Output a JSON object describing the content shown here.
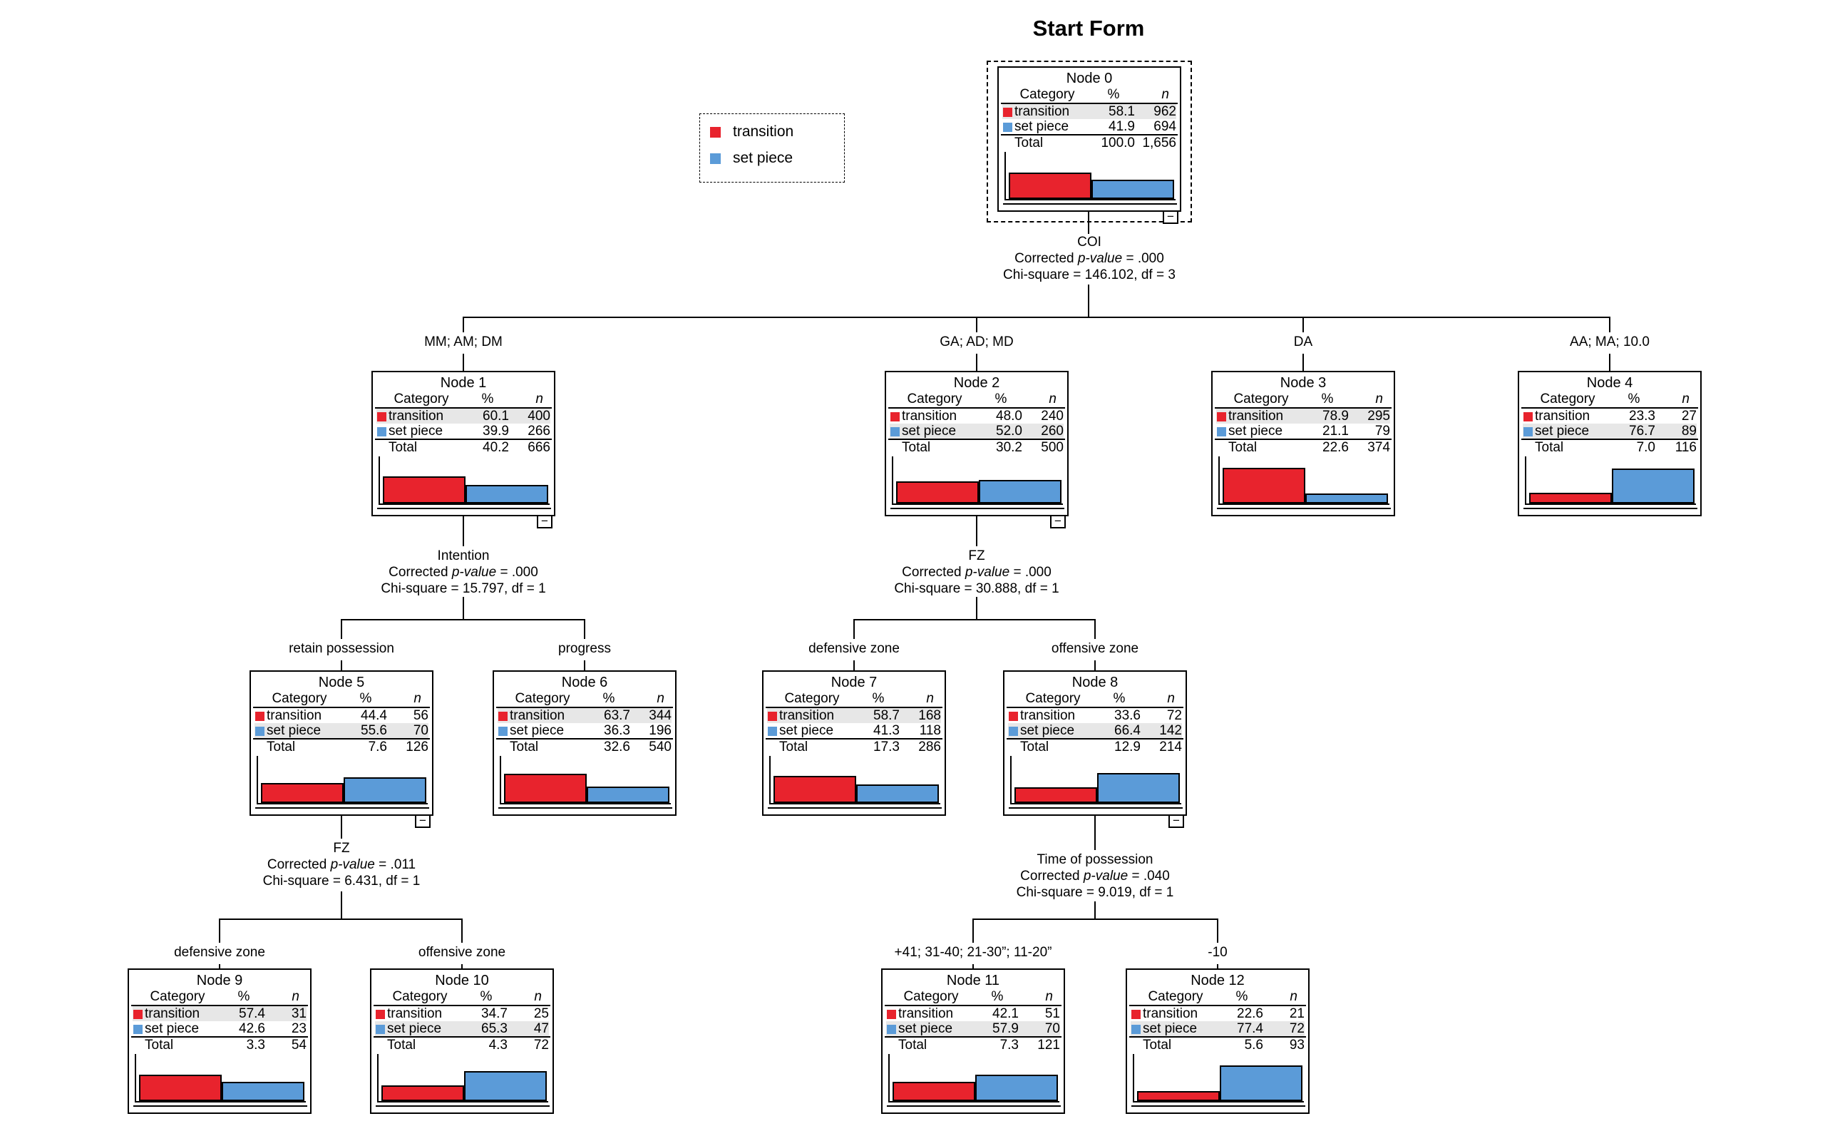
{
  "title": "Start Form",
  "legend": {
    "items": [
      {
        "label": "transition",
        "color": "#e8232d"
      },
      {
        "label": "set piece",
        "color": "#5b9bd8"
      }
    ]
  },
  "table_headers": {
    "category": "Category",
    "percent": "%",
    "n": "n"
  },
  "total_label": "Total",
  "controls": {
    "collapse_glyph": "−"
  },
  "colors": {
    "highlight_row": "#e7e7e7",
    "line": "#000000"
  },
  "splits": [
    {
      "parent": 0,
      "variable": "COI",
      "corrected_label": "Corrected",
      "pvalue_label": "p-value",
      "pvalue_eq": "= .000",
      "chi_square": "Chi-square = 146.102, df = 3",
      "children": [
        1,
        2,
        3,
        4
      ]
    },
    {
      "parent": 1,
      "variable": "Intention",
      "corrected_label": "Corrected",
      "pvalue_label": "p-value",
      "pvalue_eq": "= .000",
      "chi_square": "Chi-square = 15.797, df = 1",
      "children": [
        5,
        6
      ]
    },
    {
      "parent": 2,
      "variable": "FZ",
      "corrected_label": "Corrected",
      "pvalue_label": "p-value",
      "pvalue_eq": "= .000",
      "chi_square": "Chi-square = 30.888, df = 1",
      "children": [
        7,
        8
      ]
    },
    {
      "parent": 5,
      "variable": "FZ",
      "corrected_label": "Corrected",
      "pvalue_label": "p-value",
      "pvalue_eq": "= .011",
      "chi_square": "Chi-square = 6.431, df = 1",
      "children": [
        9,
        10
      ]
    },
    {
      "parent": 8,
      "variable": "Time of possession",
      "corrected_label": "Corrected",
      "pvalue_label": "p-value",
      "pvalue_eq": "= .040",
      "chi_square": "Chi-square = 9.019, df = 1",
      "children": [
        11,
        12
      ]
    }
  ],
  "nodes": [
    {
      "id": 0,
      "title": "Node 0",
      "branch": null,
      "selected": true,
      "collapsible": true,
      "highlight": 0,
      "rows": [
        {
          "category": "transition",
          "pct": "58.1",
          "n": "962"
        },
        {
          "category": "set piece",
          "pct": "41.9",
          "n": "694"
        }
      ],
      "total": {
        "pct": "100.0",
        "n": "1,656"
      }
    },
    {
      "id": 1,
      "title": "Node 1",
      "branch": "MM; AM; DM",
      "selected": false,
      "collapsible": true,
      "highlight": 0,
      "rows": [
        {
          "category": "transition",
          "pct": "60.1",
          "n": "400"
        },
        {
          "category": "set piece",
          "pct": "39.9",
          "n": "266"
        }
      ],
      "total": {
        "pct": "40.2",
        "n": "666"
      }
    },
    {
      "id": 2,
      "title": "Node 2",
      "branch": "GA; AD; MD",
      "selected": false,
      "collapsible": true,
      "highlight": 1,
      "rows": [
        {
          "category": "transition",
          "pct": "48.0",
          "n": "240"
        },
        {
          "category": "set piece",
          "pct": "52.0",
          "n": "260"
        }
      ],
      "total": {
        "pct": "30.2",
        "n": "500"
      }
    },
    {
      "id": 3,
      "title": "Node 3",
      "branch": "DA",
      "selected": false,
      "collapsible": false,
      "highlight": 0,
      "rows": [
        {
          "category": "transition",
          "pct": "78.9",
          "n": "295"
        },
        {
          "category": "set piece",
          "pct": "21.1",
          "n": "79"
        }
      ],
      "total": {
        "pct": "22.6",
        "n": "374"
      }
    },
    {
      "id": 4,
      "title": "Node 4",
      "branch": "AA; MA; 10.0",
      "selected": false,
      "collapsible": false,
      "highlight": 1,
      "rows": [
        {
          "category": "transition",
          "pct": "23.3",
          "n": "27"
        },
        {
          "category": "set piece",
          "pct": "76.7",
          "n": "89"
        }
      ],
      "total": {
        "pct": "7.0",
        "n": "116"
      }
    },
    {
      "id": 5,
      "title": "Node 5",
      "branch": "retain possession",
      "selected": false,
      "collapsible": true,
      "highlight": 1,
      "rows": [
        {
          "category": "transition",
          "pct": "44.4",
          "n": "56"
        },
        {
          "category": "set piece",
          "pct": "55.6",
          "n": "70"
        }
      ],
      "total": {
        "pct": "7.6",
        "n": "126"
      }
    },
    {
      "id": 6,
      "title": "Node 6",
      "branch": "progress",
      "selected": false,
      "collapsible": false,
      "highlight": 0,
      "rows": [
        {
          "category": "transition",
          "pct": "63.7",
          "n": "344"
        },
        {
          "category": "set piece",
          "pct": "36.3",
          "n": "196"
        }
      ],
      "total": {
        "pct": "32.6",
        "n": "540"
      }
    },
    {
      "id": 7,
      "title": "Node 7",
      "branch": "defensive zone",
      "selected": false,
      "collapsible": false,
      "highlight": 0,
      "rows": [
        {
          "category": "transition",
          "pct": "58.7",
          "n": "168"
        },
        {
          "category": "set piece",
          "pct": "41.3",
          "n": "118"
        }
      ],
      "total": {
        "pct": "17.3",
        "n": "286"
      }
    },
    {
      "id": 8,
      "title": "Node 8",
      "branch": "offensive zone",
      "selected": false,
      "collapsible": true,
      "highlight": 1,
      "rows": [
        {
          "category": "transition",
          "pct": "33.6",
          "n": "72"
        },
        {
          "category": "set piece",
          "pct": "66.4",
          "n": "142"
        }
      ],
      "total": {
        "pct": "12.9",
        "n": "214"
      }
    },
    {
      "id": 9,
      "title": "Node 9",
      "branch": "defensive zone",
      "selected": false,
      "collapsible": false,
      "highlight": 0,
      "rows": [
        {
          "category": "transition",
          "pct": "57.4",
          "n": "31"
        },
        {
          "category": "set piece",
          "pct": "42.6",
          "n": "23"
        }
      ],
      "total": {
        "pct": "3.3",
        "n": "54"
      }
    },
    {
      "id": 10,
      "title": "Node 10",
      "branch": "offensive zone",
      "selected": false,
      "collapsible": false,
      "highlight": 1,
      "rows": [
        {
          "category": "transition",
          "pct": "34.7",
          "n": "25"
        },
        {
          "category": "set piece",
          "pct": "65.3",
          "n": "47"
        }
      ],
      "total": {
        "pct": "4.3",
        "n": "72"
      }
    },
    {
      "id": 11,
      "title": "Node 11",
      "branch": "+41; 31-40; 21-30”; 11-20”",
      "selected": false,
      "collapsible": false,
      "highlight": 1,
      "rows": [
        {
          "category": "transition",
          "pct": "42.1",
          "n": "51"
        },
        {
          "category": "set piece",
          "pct": "57.9",
          "n": "70"
        }
      ],
      "total": {
        "pct": "7.3",
        "n": "121"
      }
    },
    {
      "id": 12,
      "title": "Node 12",
      "branch": "-10",
      "selected": false,
      "collapsible": false,
      "highlight": 1,
      "rows": [
        {
          "category": "transition",
          "pct": "22.6",
          "n": "21"
        },
        {
          "category": "set piece",
          "pct": "77.4",
          "n": "72"
        }
      ],
      "total": {
        "pct": "5.6",
        "n": "93"
      }
    }
  ]
}
